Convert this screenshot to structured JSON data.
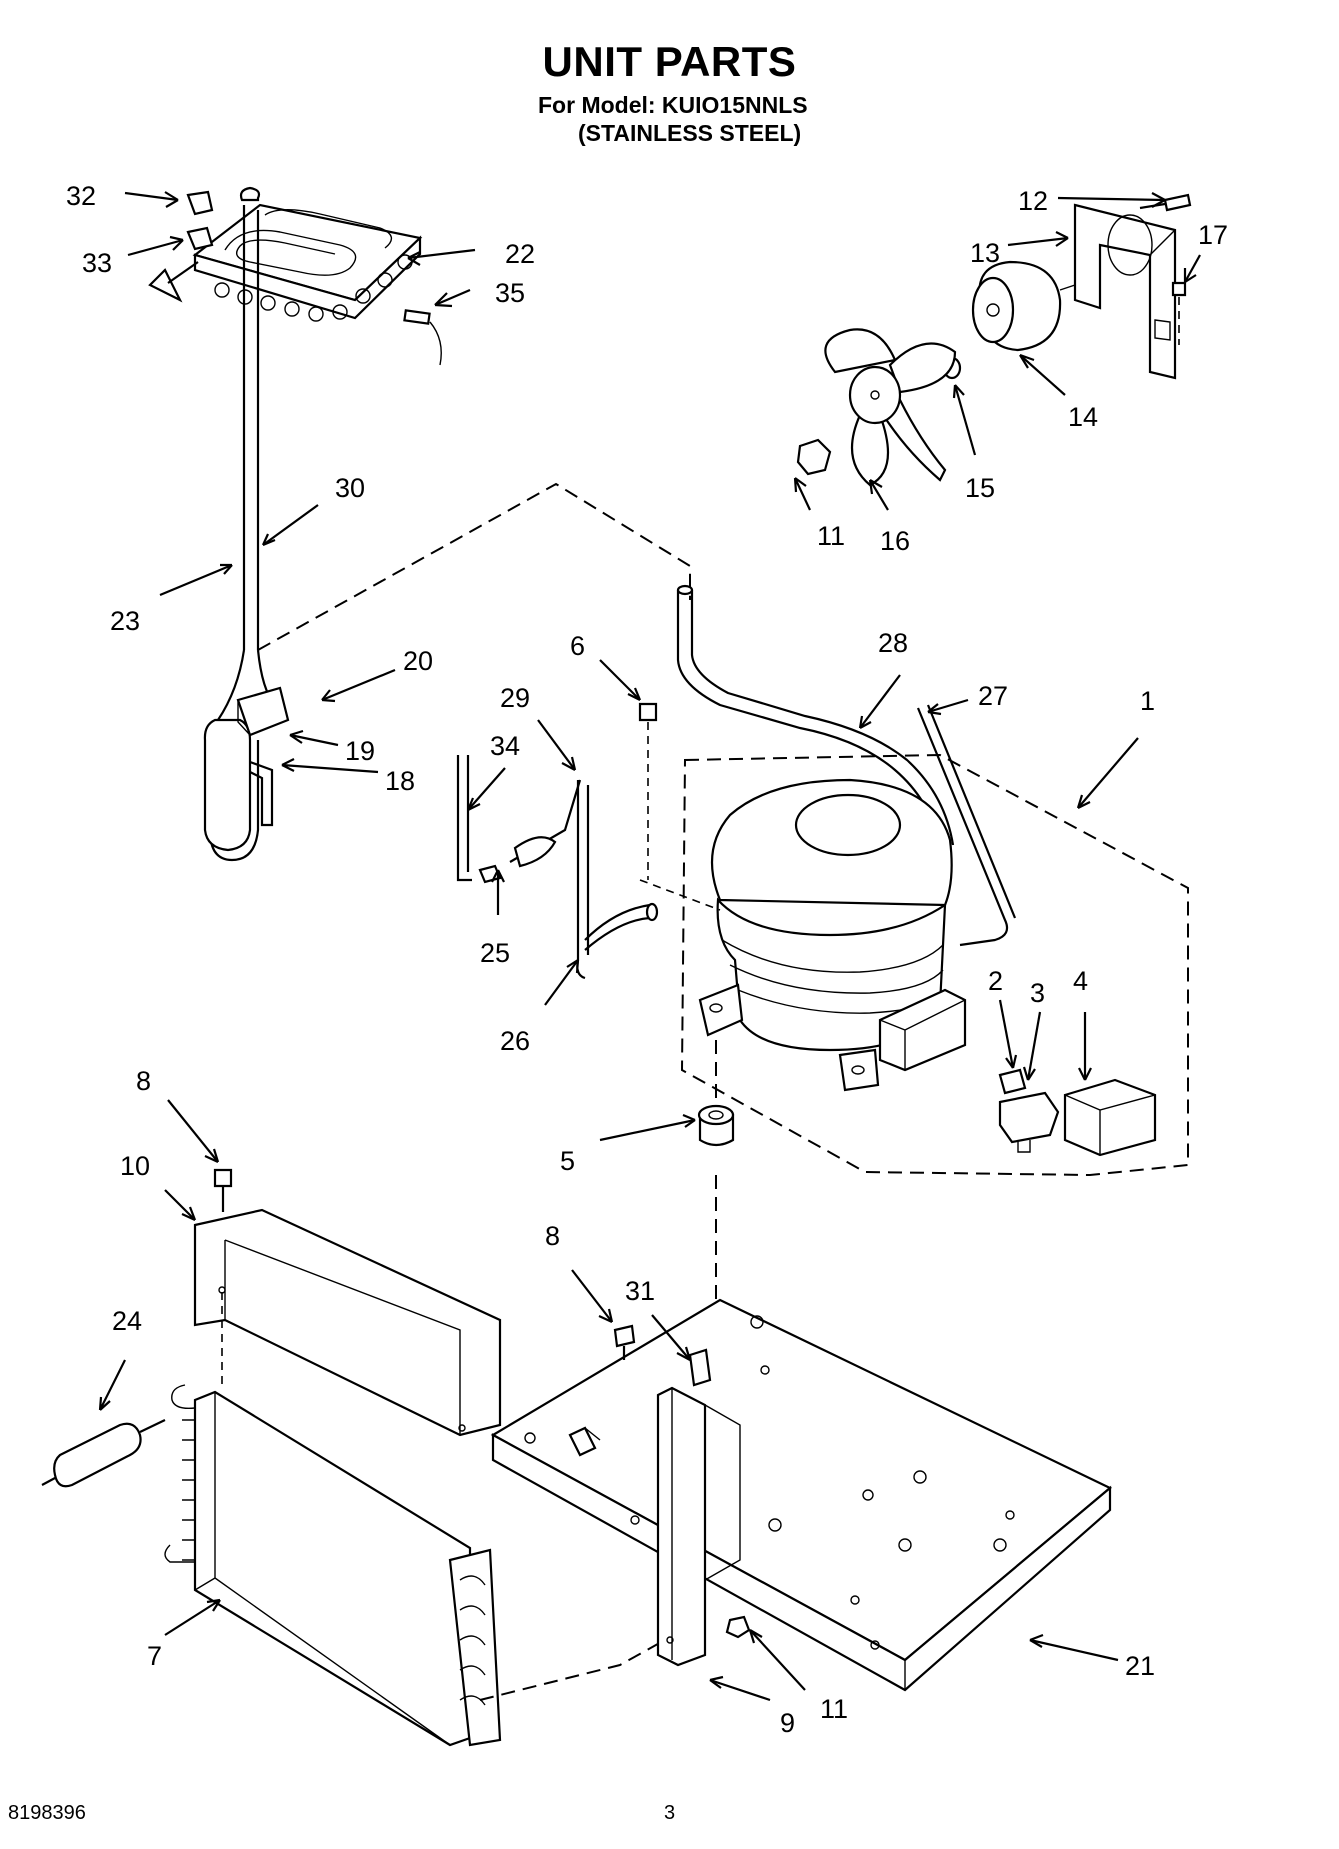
{
  "header": {
    "title": "UNIT PARTS",
    "model_line": "For Model: KUIO15NNLS",
    "variant_line": "(STAINLESS STEEL)"
  },
  "footer": {
    "doc_number": "8198396",
    "page_number": "3"
  },
  "callouts": [
    "32",
    "33",
    "22",
    "35",
    "12",
    "13",
    "17",
    "14",
    "15",
    "11",
    "16",
    "30",
    "23",
    "20",
    "19",
    "18",
    "6",
    "29",
    "34",
    "25",
    "26",
    "28",
    "27",
    "1",
    "2",
    "3",
    "4",
    "5",
    "8",
    "10",
    "24",
    "7",
    "31",
    "21",
    "9"
  ],
  "diagram_extra_labels": [
    "11",
    "8"
  ]
}
